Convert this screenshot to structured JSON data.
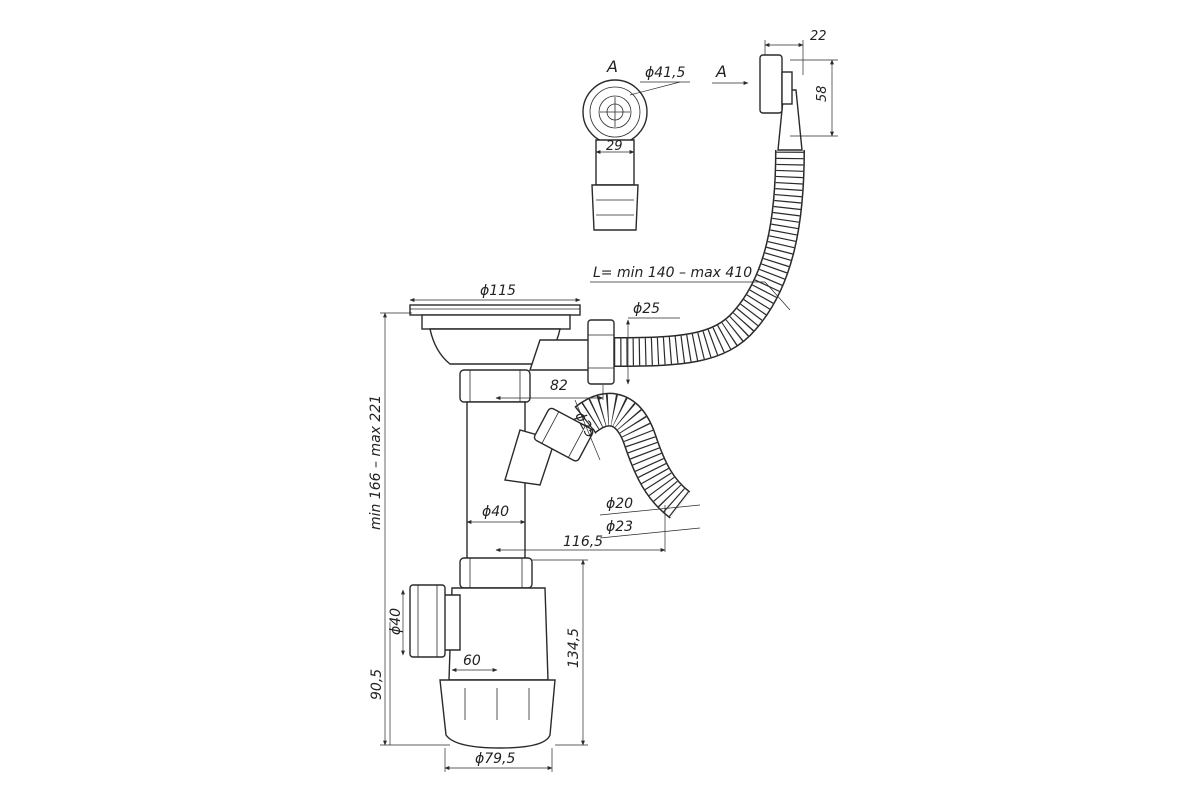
{
  "dimensions": {
    "phi115": "ϕ115",
    "phi25_top": "ϕ25",
    "hose_length": "L= min 140 – max 410",
    "d82": "82",
    "phi25_side": "ϕ25",
    "phi40_pipe": "ϕ40",
    "d116": "116,5",
    "phi20": "ϕ20",
    "phi23": "ϕ23",
    "height_range": "min 166 – max 221",
    "phi40_outlet": "ϕ40",
    "d60": "60",
    "d134": "134,5",
    "d90": "90,5",
    "phi79": "ϕ79,5",
    "phi41": "ϕ41,5",
    "d29": "29",
    "d22": "22",
    "d58": "58"
  },
  "views": {
    "section_label": "A",
    "arrow_label": "A"
  }
}
